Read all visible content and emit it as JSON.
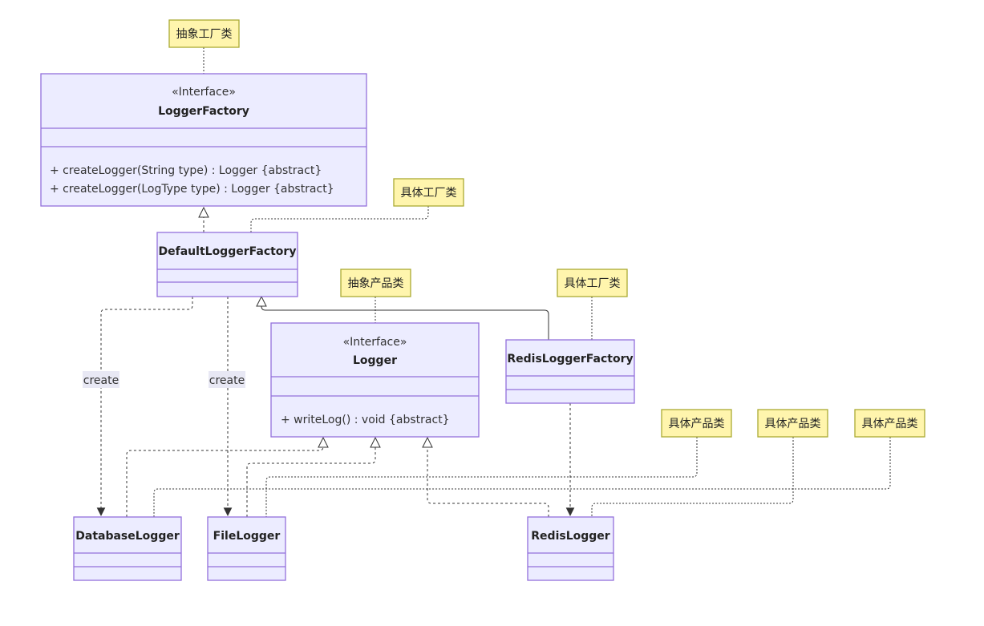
{
  "classes": {
    "logger_factory": {
      "stereotype": "«Interface»",
      "name": "LoggerFactory",
      "methods": [
        "+ createLogger(String type) : Logger {abstract}",
        "+ createLogger(LogType type) : Logger {abstract}"
      ]
    },
    "default_logger_factory": {
      "name": "DefaultLoggerFactory"
    },
    "logger": {
      "stereotype": "«Interface»",
      "name": "Logger",
      "methods": [
        "+ writeLog() : void {abstract}"
      ]
    },
    "redis_logger_factory": {
      "name": "RedisLoggerFactory"
    },
    "database_logger": {
      "name": "DatabaseLogger"
    },
    "file_logger": {
      "name": "FileLogger"
    },
    "redis_logger": {
      "name": "RedisLogger"
    }
  },
  "notes": {
    "abstract_factory": "抽象工厂类",
    "concrete_factory_default": "具体工厂类",
    "abstract_product": "抽象产品类",
    "concrete_factory_redis": "具体工厂类",
    "concrete_product_database": "具体产品类",
    "concrete_product_file": "具体产品类",
    "concrete_product_redis": "具体产品类"
  },
  "edge_labels": {
    "create_database": "create",
    "create_file": "create"
  },
  "colors": {
    "class_fill": "#ECECFF",
    "class_border": "#9370DB",
    "note_fill": "#FFF5AD",
    "note_border": "#AAAA33",
    "edge": "#333333"
  }
}
